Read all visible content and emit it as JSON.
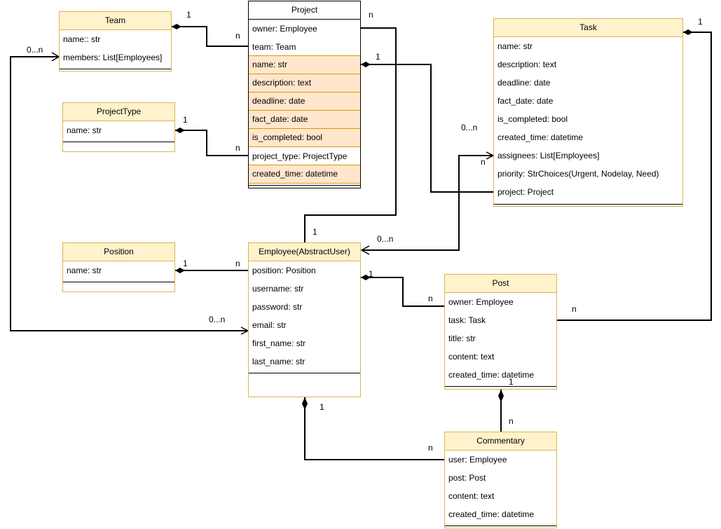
{
  "classes": {
    "team": {
      "title": "Team",
      "fields": [
        "name:: str",
        "members: List[Employees]"
      ]
    },
    "project": {
      "title": "Project",
      "fields": [
        "owner: Employee",
        "team: Team",
        "name: str",
        "description: text",
        "deadline: date",
        "fact_date: date",
        "is_completed: bool",
        "project_type: ProjectType",
        "created_time: datetime"
      ]
    },
    "task": {
      "title": "Task",
      "fields": [
        "name: str",
        "description: text",
        "deadline: date",
        "fact_date: date",
        "is_completed: bool",
        "created_time: datetime",
        "assignees: List[Employees]",
        "priority:  StrChoices(Urgent,  Nodelay,  Need)",
        "project: Project"
      ]
    },
    "project_type": {
      "title": "ProjectType",
      "fields": [
        "name: str"
      ]
    },
    "position": {
      "title": "Position",
      "fields": [
        "name: str"
      ]
    },
    "employee": {
      "title": "Employee(AbstractUser)",
      "fields": [
        "position: Position",
        "username: str",
        "password: str",
        "email: str",
        "first_name: str",
        "last_name: str"
      ]
    },
    "post": {
      "title": "Post",
      "fields": [
        "owner: Employee",
        "task: Task",
        "title: str",
        "content: text",
        "created_time: datetime"
      ]
    },
    "commentary": {
      "title": "Commentary",
      "fields": [
        "user: Employee",
        "post: Post",
        "content: text",
        "created_time: datetime"
      ]
    }
  },
  "multiplicities": {
    "team_one": "1",
    "team_proj_n": "n",
    "owner_n": "n",
    "owner_one": "1",
    "task_proj_one": "1",
    "task_proj_n": "n",
    "assign_task": "0...n",
    "assign_emp": "0...n",
    "ptype_one": "1",
    "ptype_n": "n",
    "pos_one": "1",
    "pos_n": "n",
    "members_team": "0...n",
    "members_emp": "0...n",
    "post_owner_one": "1",
    "post_owner_n": "n",
    "task_one": "1",
    "post_task_n": "n",
    "comment_post_one": "1",
    "comment_post_n": "n",
    "comment_user_one": "1",
    "comment_user_n": "n"
  }
}
